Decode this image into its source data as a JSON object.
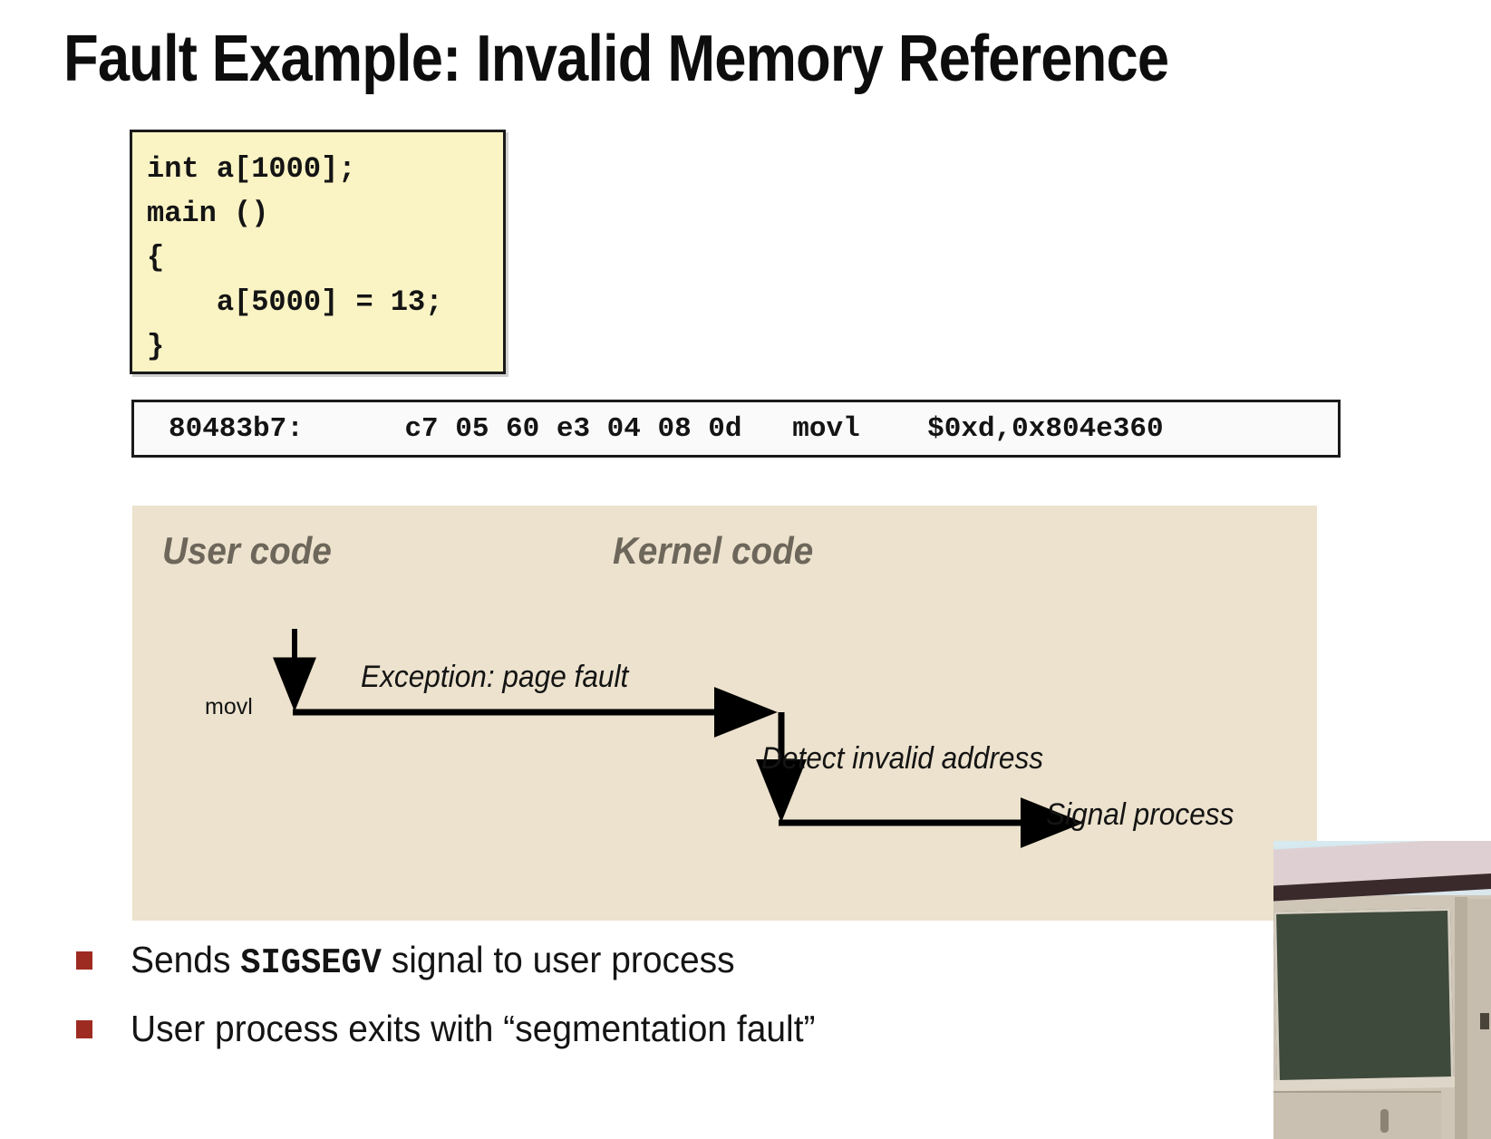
{
  "slide": {
    "title": "Fault Example: Invalid Memory Reference"
  },
  "code_block": {
    "language": "c",
    "lines": [
      "int a[1000];",
      "main ()",
      "{",
      "    a[5000] = 13;",
      "}"
    ],
    "text": "int a[1000];\nmain ()\n{\n    a[5000] = 13;\n}",
    "background_color": "#faf3c4",
    "border_color": "#1a1a1a"
  },
  "disassembly": {
    "address": "80483b7:",
    "bytes": "c7 05 60 e3 04 08 0d",
    "mnemonic": "movl",
    "operands": "$0xd,0x804e360",
    "text": "80483b7:      c7 05 60 e3 04 08 0d   movl    $0xd,0x804e360"
  },
  "diagram": {
    "background_color": "#ece2cd",
    "lanes": {
      "user": "User code",
      "kernel": "Kernel code"
    },
    "instruction_label": "movl",
    "steps": [
      "Exception: page fault",
      "Detect invalid address",
      "Signal process"
    ],
    "label_color": "#6d665a",
    "arrow_color": "#000000"
  },
  "bullets": {
    "marker_color": "#9e2b21",
    "items": [
      {
        "prefix": "Sends ",
        "mono": "SIGSEGV",
        "suffix": " signal to user process"
      },
      {
        "prefix": "User process exits with “segmentation fault”",
        "mono": "",
        "suffix": ""
      }
    ]
  },
  "video_overlay": {
    "description": "lecture-room-webcam"
  }
}
